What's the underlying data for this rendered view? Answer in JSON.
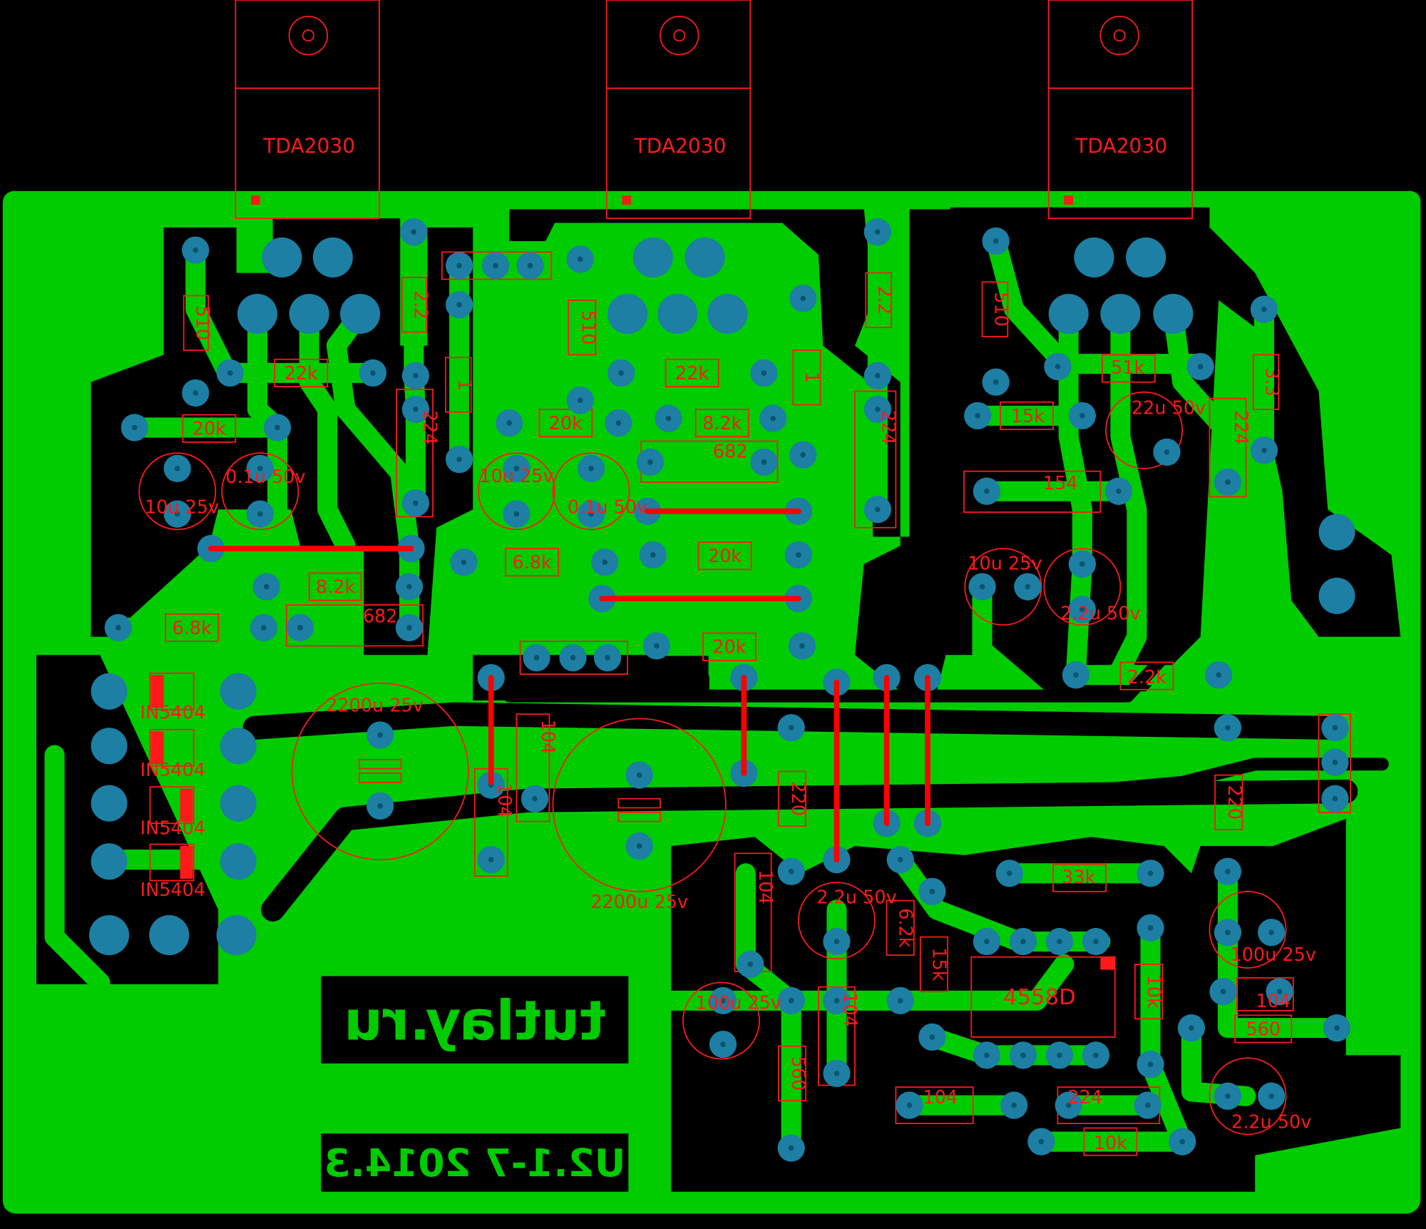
{
  "board": {
    "copper_color": "#00cc00",
    "background_color": "#000000",
    "pad_color": "#1d7fa3",
    "silk_color": "#ff1a1a",
    "jumper_color": "#ff0000"
  },
  "branding": {
    "site": "tutlay.ru",
    "version": "U2.1-7 2014.3"
  },
  "amplifiers": [
    {
      "part": "TDA2030"
    },
    {
      "part": "TDA2030"
    },
    {
      "part": "TDA2030"
    }
  ],
  "opamp": {
    "part": "4558D"
  },
  "diodes": [
    {
      "part": "IN5404"
    },
    {
      "part": "IN5404"
    },
    {
      "part": "IN5404"
    },
    {
      "part": "IN5404"
    }
  ],
  "main_caps": [
    {
      "value": "2200u 25v"
    },
    {
      "value": "2200u 25v"
    }
  ],
  "labels": {
    "r510a": "510",
    "r22a": "2.2",
    "r1a": "1",
    "r22k_a": "22k",
    "r20k_a": "20k",
    "c224a": "224",
    "c10u_a": "10u 25v",
    "c01u_a": "0.1u 50v",
    "r8k2_a": "8.2k",
    "c682_a": "682",
    "r6k8_a": "6.8k",
    "r510b": "510",
    "r22k_b": "22k",
    "r20k_b": "20k",
    "r8k2_b": "8.2k",
    "c682_b": "682",
    "c10u_b": "10u 25v",
    "c01u_b": "0.1u 50v",
    "r6k8_b": "6.8k",
    "r20k_c": "20k",
    "r20k_d": "20k",
    "r1b": "1",
    "r22b": "2.2",
    "c224b": "224",
    "r510c": "510",
    "r51k": "51k",
    "c22u": "22u 50v",
    "r33": "3.3",
    "c224c": "224",
    "r15k_a": "15k",
    "c154": "154",
    "c10u_c": "10u 25v",
    "c22u50_a": "2.2u 50v",
    "r22k_e": "2.2k",
    "c104_a": "104",
    "c104_b": "104",
    "r220_a": "220",
    "r220_b": "220",
    "c104_c": "104",
    "c22u50_b": "2.2u 50v",
    "r62k": "6.2k",
    "r15k_b": "15k",
    "r33k": "33k",
    "r10k_a": "10k",
    "c100u_a": "100u 25v",
    "c100u_b": "100u 25v",
    "c104_d": "104",
    "r560_a": "560",
    "r560_b": "560",
    "c104_e": "104",
    "c104_f": "104",
    "c224d": "224",
    "r10k_b": "10k",
    "c22u50_c": "2.2u 50v"
  }
}
